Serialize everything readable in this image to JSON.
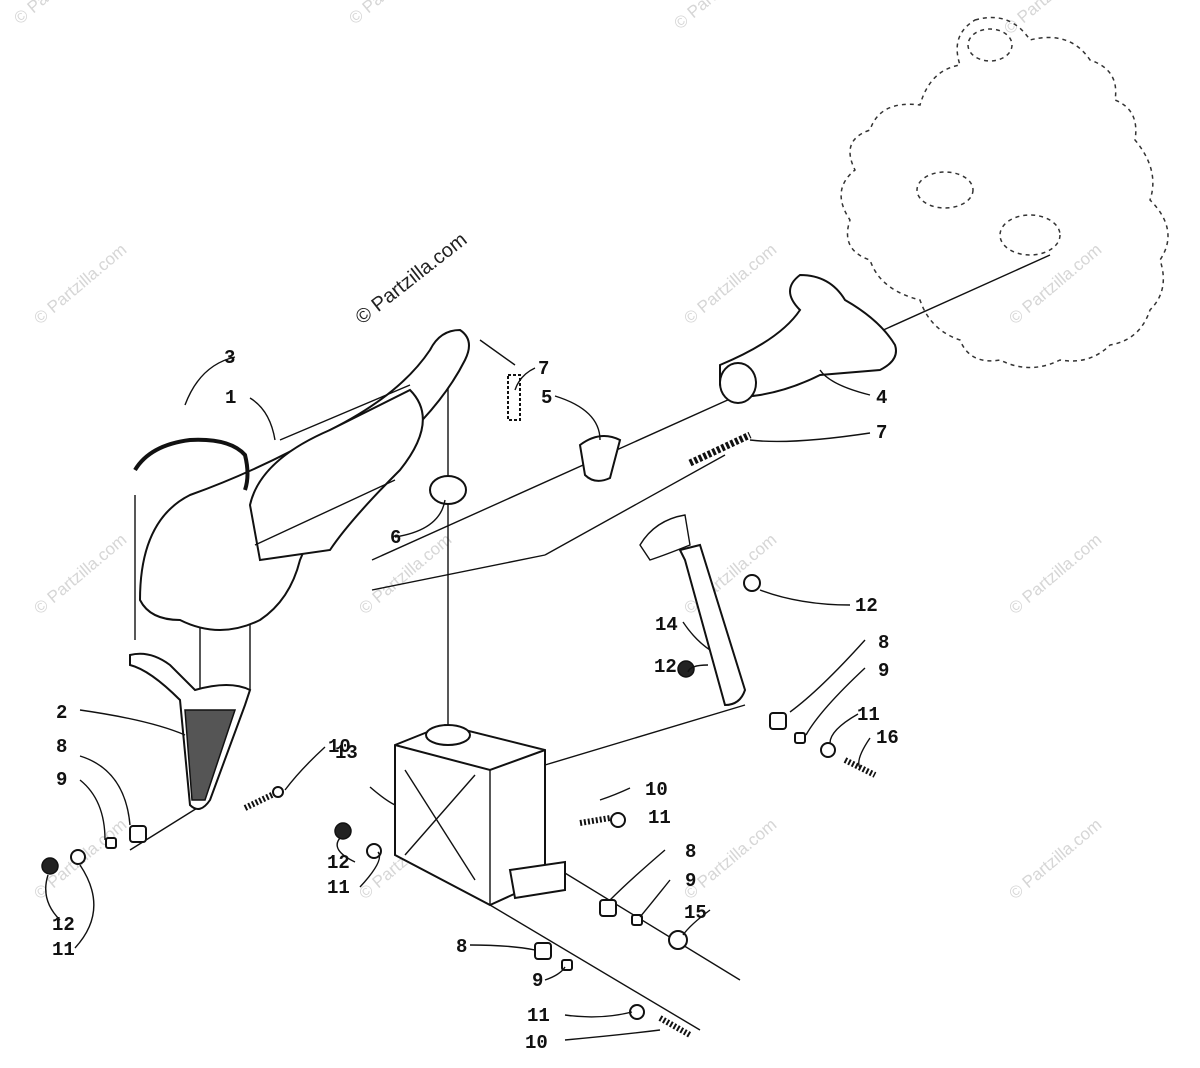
{
  "watermark": {
    "main": "© Partzilla.com",
    "tile": "© Partzilla.com"
  },
  "callouts": [
    {
      "id": "c1",
      "text": "1"
    },
    {
      "id": "c2",
      "text": "2"
    },
    {
      "id": "c3",
      "text": "3"
    },
    {
      "id": "c4",
      "text": "4"
    },
    {
      "id": "c5",
      "text": "5"
    },
    {
      "id": "c6",
      "text": "6"
    },
    {
      "id": "c7a",
      "text": "7"
    },
    {
      "id": "c7b",
      "text": "7"
    },
    {
      "id": "c8a",
      "text": "8"
    },
    {
      "id": "c8b",
      "text": "8"
    },
    {
      "id": "c8c",
      "text": "8"
    },
    {
      "id": "c8d",
      "text": "8"
    },
    {
      "id": "c9a",
      "text": "9"
    },
    {
      "id": "c9b",
      "text": "9"
    },
    {
      "id": "c9c",
      "text": "9"
    },
    {
      "id": "c9d",
      "text": "9"
    },
    {
      "id": "c10a",
      "text": "10"
    },
    {
      "id": "c10b",
      "text": "10"
    },
    {
      "id": "c10c",
      "text": "10"
    },
    {
      "id": "c11a",
      "text": "11"
    },
    {
      "id": "c11b",
      "text": "11"
    },
    {
      "id": "c11c",
      "text": "11"
    },
    {
      "id": "c11d",
      "text": "11"
    },
    {
      "id": "c11e",
      "text": "11"
    },
    {
      "id": "c12a",
      "text": "12"
    },
    {
      "id": "c12b",
      "text": "12"
    },
    {
      "id": "c12c",
      "text": "12"
    },
    {
      "id": "c12d",
      "text": "12"
    },
    {
      "id": "c13",
      "text": "13"
    },
    {
      "id": "c14",
      "text": "14"
    },
    {
      "id": "c15",
      "text": "15"
    },
    {
      "id": "c16",
      "text": "16"
    }
  ]
}
